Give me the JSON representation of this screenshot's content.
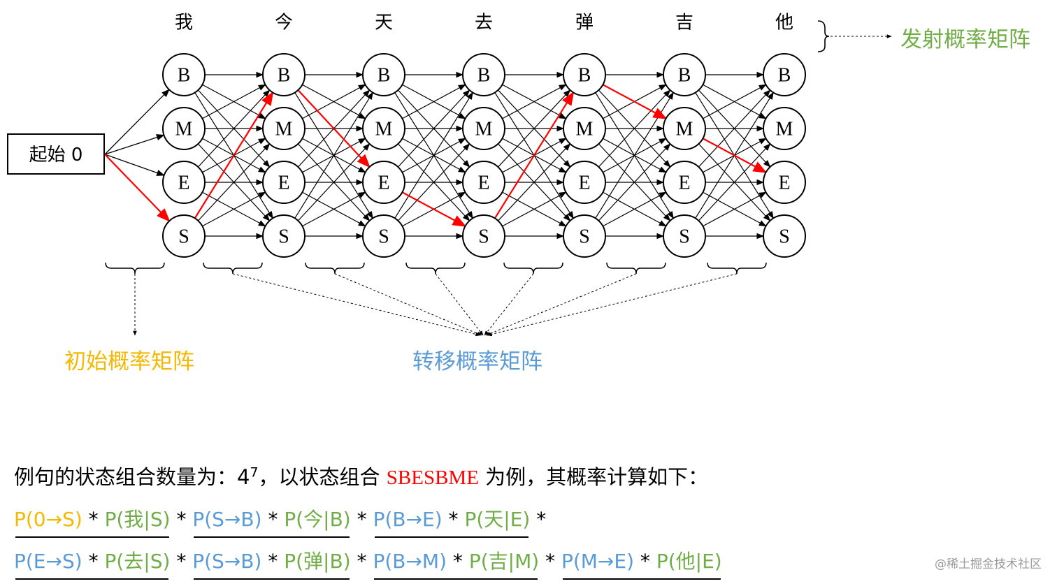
{
  "characters": [
    "我",
    "今",
    "天",
    "去",
    "弹",
    "吉",
    "他"
  ],
  "states": [
    "B",
    "M",
    "E",
    "S"
  ],
  "start_label": "起始 0",
  "legend": {
    "emission": "发射概率矩阵",
    "initial": "初始概率矩阵",
    "transition": "转移概率矩阵"
  },
  "colors": {
    "initial": "#f5b800",
    "transition": "#5b9bd5",
    "emission": "#70ad47",
    "path": "#ff0000",
    "sequence": "#ff0000"
  },
  "highlighted_path": [
    "S",
    "B",
    "E",
    "S",
    "B",
    "M",
    "E"
  ],
  "intro": {
    "prefix": "例句的状态组合数量为：4",
    "exponent": "7",
    "middle": "，以状态组合 ",
    "sequence": "SBESBME",
    "suffix": " 为例，其概率计算如下："
  },
  "formula_line1": [
    {
      "text": "P(0→S)",
      "role": "initial"
    },
    {
      "text": " * ",
      "role": "op"
    },
    {
      "text": "P(我|S)",
      "role": "emission"
    },
    {
      "text": " * ",
      "role": "op"
    },
    {
      "text": "P(S→B)",
      "role": "transition"
    },
    {
      "text": " * ",
      "role": "op"
    },
    {
      "text": "P(今|B)",
      "role": "emission"
    },
    {
      "text": " * ",
      "role": "op"
    },
    {
      "text": "P(B→E)",
      "role": "transition"
    },
    {
      "text": " * ",
      "role": "op"
    },
    {
      "text": "P(天|E)",
      "role": "emission"
    },
    {
      "text": " *",
      "role": "op"
    }
  ],
  "formula_line2": [
    {
      "text": "P(E→S)",
      "role": "transition"
    },
    {
      "text": " * ",
      "role": "op"
    },
    {
      "text": "P(去|S)",
      "role": "emission"
    },
    {
      "text": " * ",
      "role": "op"
    },
    {
      "text": "P(S→B)",
      "role": "transition"
    },
    {
      "text": " * ",
      "role": "op"
    },
    {
      "text": "P(弹|B)",
      "role": "emission"
    },
    {
      "text": " * ",
      "role": "op"
    },
    {
      "text": "P(B→M)",
      "role": "transition"
    },
    {
      "text": " * ",
      "role": "op"
    },
    {
      "text": "P(吉|M)",
      "role": "emission"
    },
    {
      "text": " * ",
      "role": "op"
    },
    {
      "text": "P(M→E)",
      "role": "transition"
    },
    {
      "text": " * ",
      "role": "op"
    },
    {
      "text": "P(他|E)",
      "role": "emission"
    }
  ],
  "watermark": "@稀土掘金技术社区"
}
